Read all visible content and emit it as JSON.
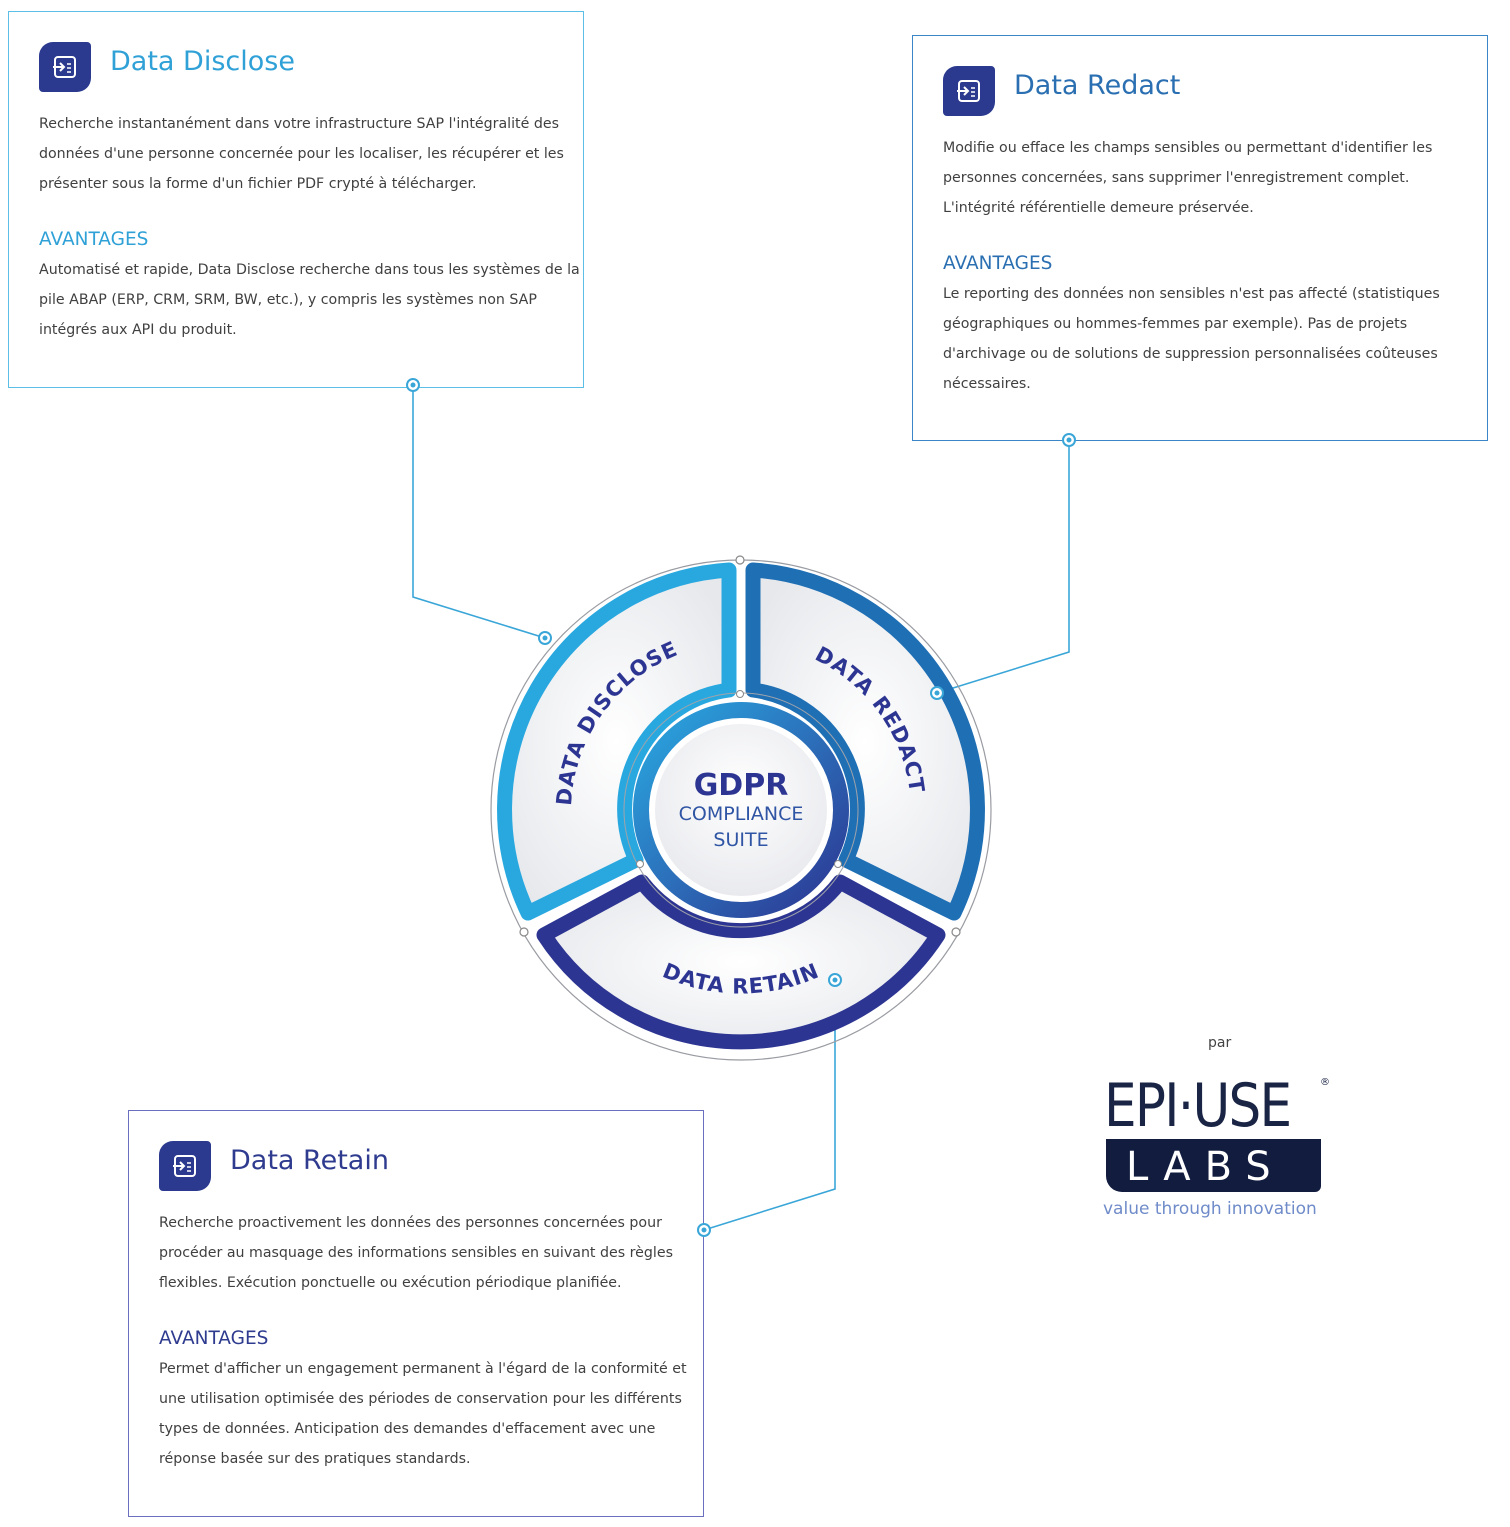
{
  "cards": {
    "disclose": {
      "title": "Data Disclose",
      "description": "Recherche instantanément dans votre infrastructure SAP l'intégralité des\ndonnées d'une personne concernée pour les localiser, les récupérer et les\nprésenter sous la forme d'un fichier PDF crypté à télécharger.",
      "advantages_heading": "AVANTAGES",
      "advantages_text": "Automatisé et rapide, Data Disclose recherche dans tous les systèmes de la\npile ABAP (ERP, CRM, SRM, BW, etc.), y compris les systèmes non SAP\nintégrés aux API du produit."
    },
    "redact": {
      "title": "Data Redact",
      "description": "Modifie ou efface les champs sensibles ou permettant d'identifier les\npersonnes concernées, sans supprimer l'enregistrement complet.\nL'intégrité référentielle demeure préservée.",
      "advantages_heading": "AVANTAGES",
      "advantages_text": "Le reporting des données non sensibles n'est pas affecté (statistiques\ngéographiques ou hommes-femmes par exemple). Pas de projets\nd'archivage ou de solutions de suppression personnalisées coûteuses\nnécessaires."
    },
    "retain": {
      "title": "Data Retain",
      "description": "Recherche proactivement les données des personnes concernées pour\nprocéder au masquage des informations sensibles en suivant des règles\nflexibles. Exécution ponctuelle ou exécution périodique planifiée.",
      "advantages_heading": "AVANTAGES",
      "advantages_text": "Permet d'afficher un engagement permanent à l'égard de la conformité et\nune utilisation optimisée des périodes de conservation pour les différents\ntypes de données. Anticipation des demandes d'effacement avec une\nréponse basée sur des pratiques standards."
    }
  },
  "wheel": {
    "center_title": "GDPR",
    "center_line1": "COMPLIANCE",
    "center_line2": "SUITE",
    "segments": {
      "disclose": "DATA DISCLOSE",
      "redact": "DATA REDACT",
      "retain": "DATA RETAIN"
    }
  },
  "logo": {
    "by_label": "par",
    "brand_top": "EPI·USE",
    "brand_bottom": "LABS",
    "registered": "®",
    "tagline": "value through innovation"
  },
  "icons": [
    "document-arrow-icon"
  ],
  "colors": {
    "disclose": "#29a8e0",
    "redact": "#1f6fb5",
    "retain": "#2d3592",
    "icon_bg": "#2b3a8f",
    "connector": "#3aa6d8"
  }
}
